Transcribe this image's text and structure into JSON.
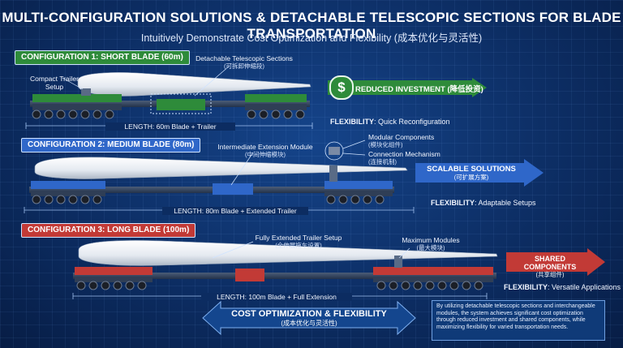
{
  "header": {
    "title": "MULTI-CONFIGURATION SOLUTIONS & DETACHABLE TELESCOPIC SECTIONS FOR BLADE TRANSPORTATION",
    "subtitle": "Intuitively Demonstrate Cost Optimization and Flexibility (成本优化与灵活性)"
  },
  "config1": {
    "badge": "CONFIGURATION 1: SHORT BLADE (60m)",
    "compact_label": "Compact Trailer",
    "compact_label2": "Setup",
    "detachable_label": "Detachable Telescopic Sections",
    "detachable_cn": "(可拆卸伸缩段)",
    "length": "LENGTH: 60m Blade + Trailer",
    "benefit": "REDUCED INVESTMENT (降低投资)",
    "benefit_icon": "dollar-icon",
    "flex_key": "FLEXIBILITY",
    "flex_value": ": Quick Reconfiguration",
    "color": "#2e8b3a"
  },
  "config2": {
    "badge": "CONFIGURATION 2: MEDIUM BLADE (80m)",
    "intermediate_label": "Intermediate Extension Module",
    "intermediate_cn": "(中间伸缩模块)",
    "modular_label": "Modular Components",
    "modular_cn": "(模块化组件)",
    "connection_label": "Connection Mechanism",
    "connection_cn": "(连接机制)",
    "length": "LENGTH: 80m Blade + Extended Trailer",
    "benefit": "SCALABLE SOLUTIONS",
    "benefit_cn": "(可扩展方案)",
    "flex_key": "FLEXIBILITY",
    "flex_value": ": Adaptable Setups",
    "color": "#2f67c9"
  },
  "config3": {
    "badge": "CONFIGURATION 3: LONG BLADE (100m)",
    "full_label": "Fully Extended Trailer Setup",
    "full_cn": "(全伸展拖车设置)",
    "max_label": "Maximum Modules",
    "max_cn": "(最大模块)",
    "length": "LENGTH: 100m Blade + Full Extension",
    "benefit": "SHARED COMPONENTS",
    "benefit_cn": "(共享组件)",
    "flex_key": "FLEXIBILITY",
    "flex_value": ": Versatile Applications",
    "color": "#c23a36"
  },
  "footer": {
    "banner": "COST OPTIMIZATION & FLEXIBILITY",
    "banner_cn": "(成本优化与灵活性)",
    "note": "By utilizing detachable telescopic sections and interchangeable modules, the system achieves significant cost optimization through reduced investment and shared components, while maximizing flexibility for varied transportation needs."
  }
}
